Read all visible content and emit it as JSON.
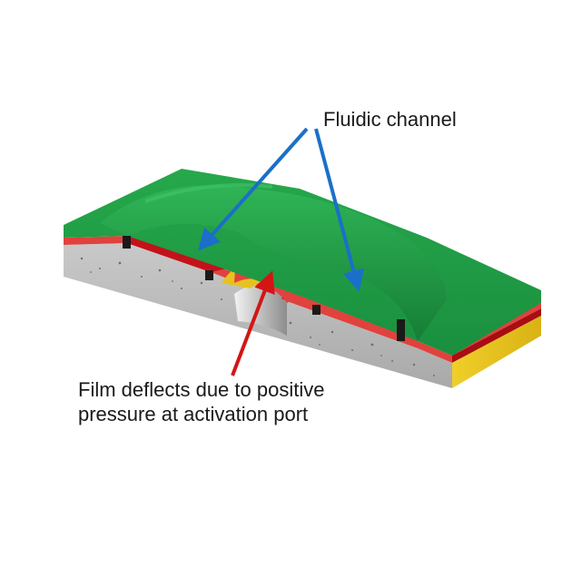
{
  "labels": {
    "fluidic_channel": "Fluidic channel",
    "film_line1": "Film deflects due to positive",
    "film_line2": "pressure at activation port"
  },
  "colors": {
    "background": "#ffffff",
    "green_cover": "#1f9b44",
    "red_film": "#e0423e",
    "channel_red": "#c4121a",
    "yellow_port": "#e6c21f",
    "gray_substrate": "#bdbdbd",
    "blue_arrow": "#1b6fc9",
    "red_arrow": "#d31515",
    "gasket": "#1a1a1a"
  }
}
